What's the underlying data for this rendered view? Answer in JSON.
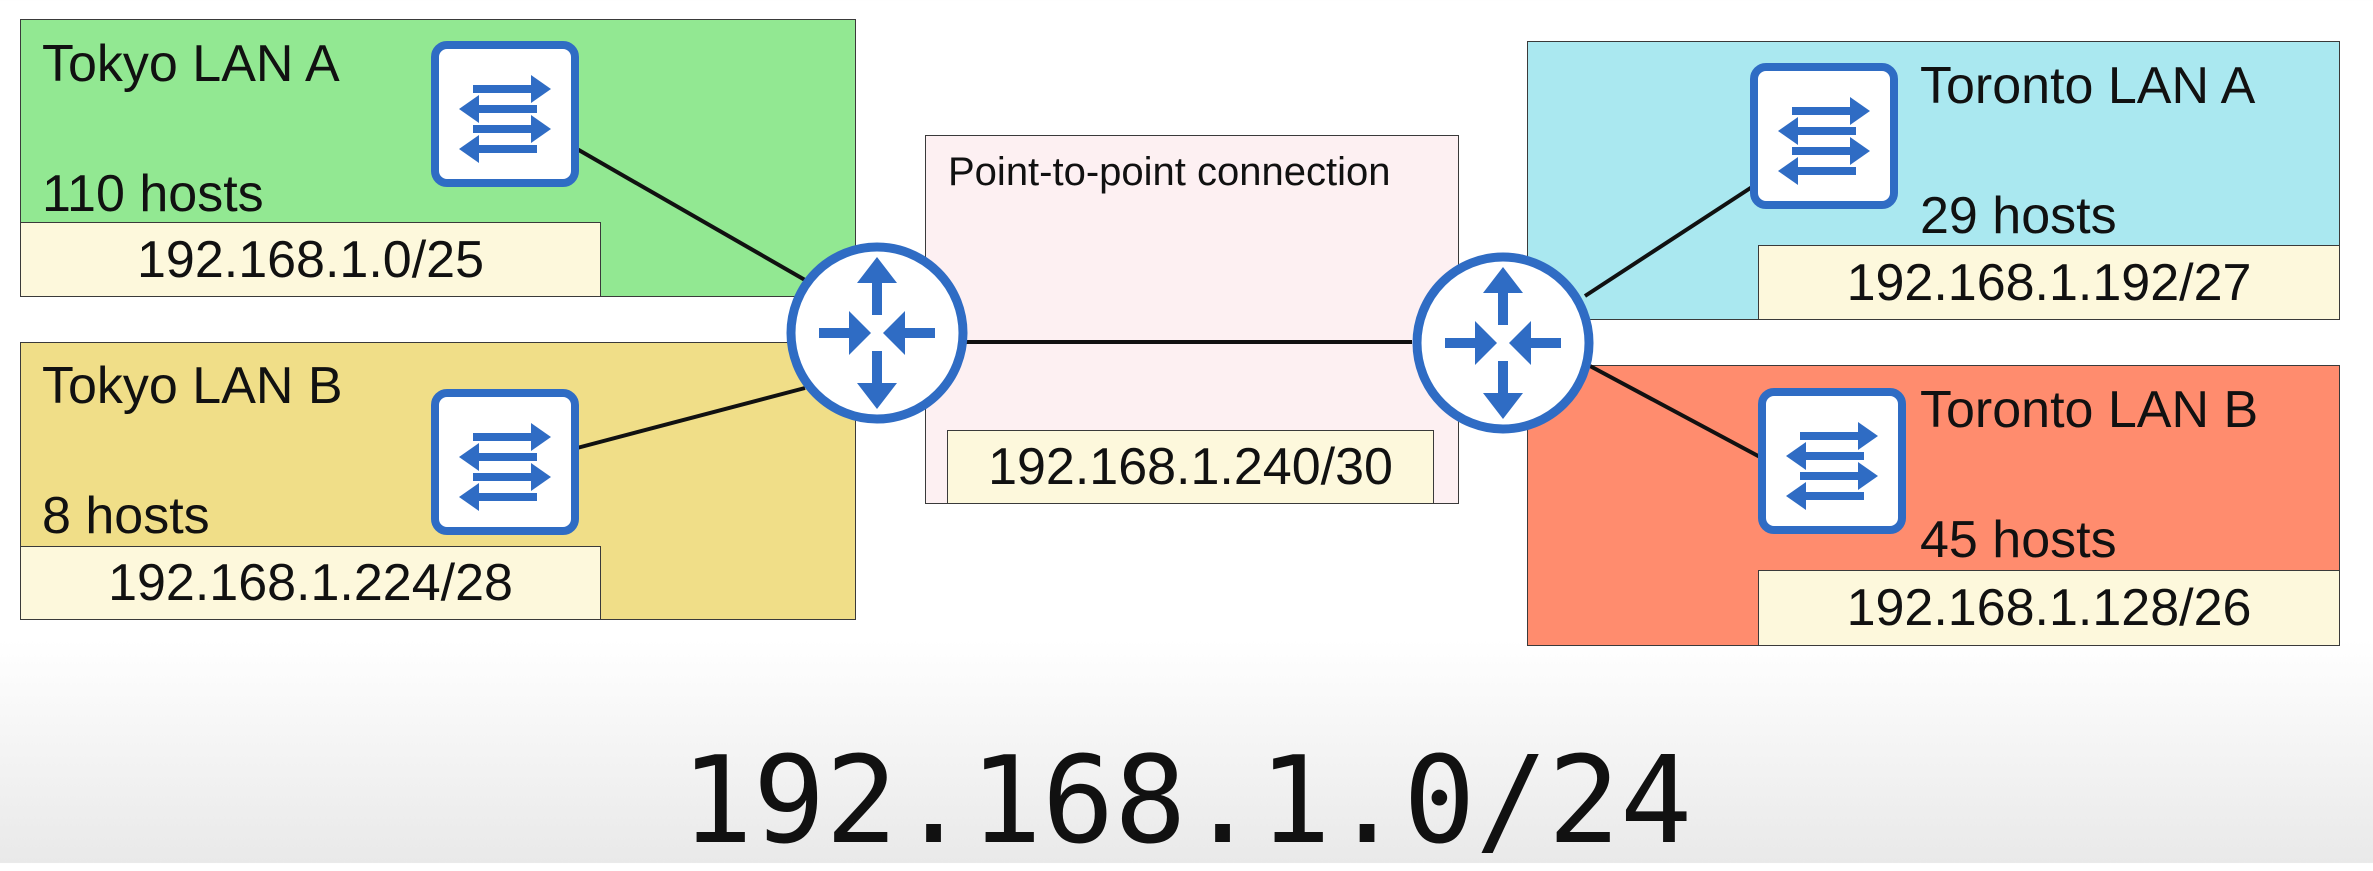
{
  "colors": {
    "tokyo_a": "#92e892",
    "tokyo_b": "#f0de88",
    "toronto_a": "#aae8f0",
    "toronto_b": "#ff8c6e",
    "ptp": "#fdf0f2",
    "subnet_box": "#fdf8dc",
    "device_blue": "#2f6cc4"
  },
  "tokyo_a": {
    "name": "Tokyo LAN A",
    "hosts": "110 hosts",
    "subnet": "192.168.1.0/25"
  },
  "tokyo_b": {
    "name": "Tokyo LAN B",
    "hosts": "8 hosts",
    "subnet": "192.168.1.224/28"
  },
  "toronto_a": {
    "name": "Toronto LAN A",
    "hosts": "29 hosts",
    "subnet": "192.168.1.192/27"
  },
  "toronto_b": {
    "name": "Toronto LAN B",
    "hosts": "45 hosts",
    "subnet": "192.168.1.128/26"
  },
  "ptp": {
    "label": "Point-to-point connection",
    "subnet": "192.168.1.240/30"
  },
  "network": "192.168.1.0/24",
  "icons": {
    "switch": "switch-icon",
    "router": "router-icon"
  }
}
